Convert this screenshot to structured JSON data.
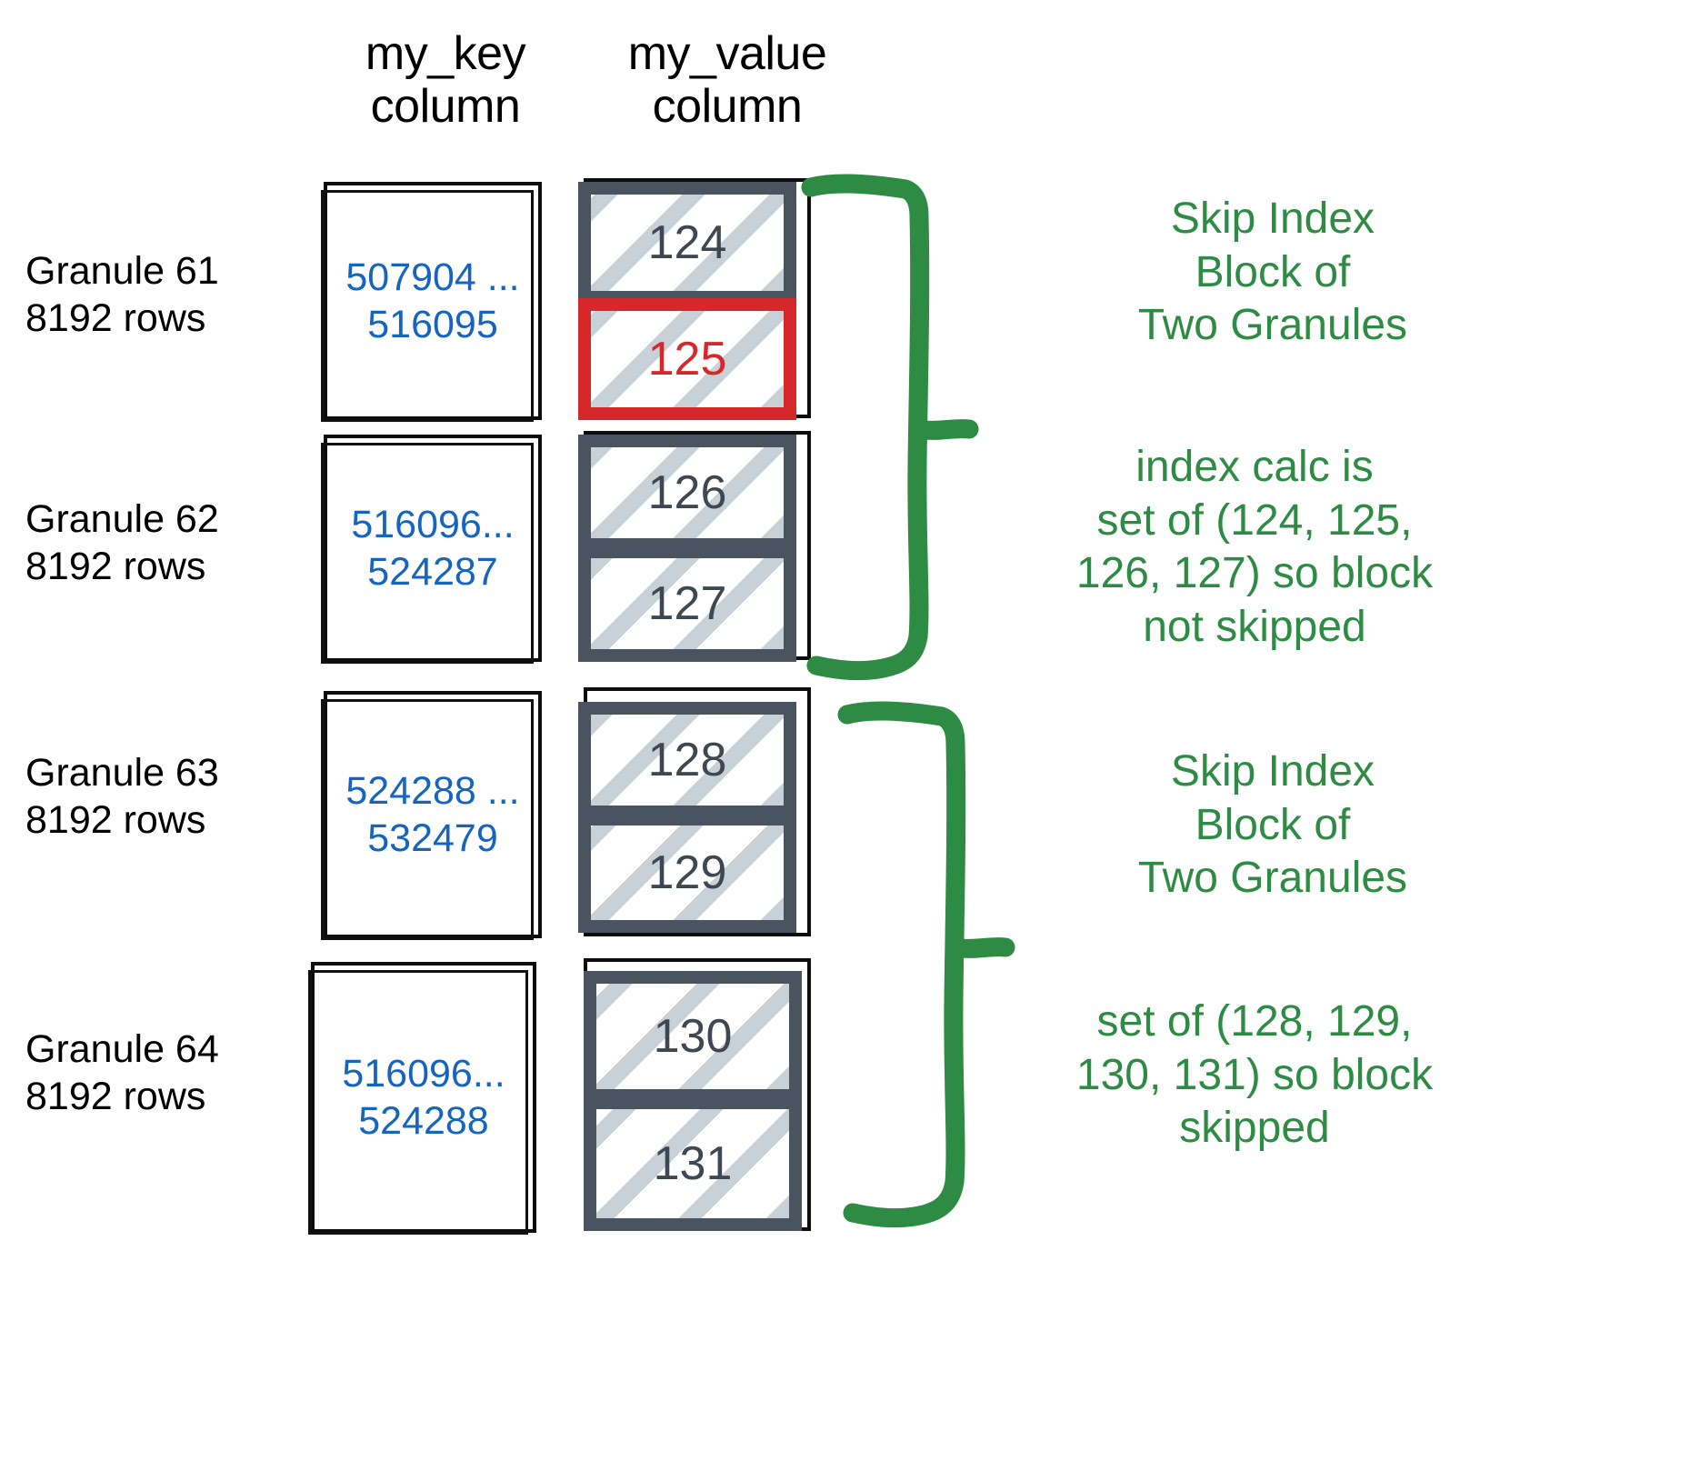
{
  "headers": {
    "key_column": "my_key\ncolumn",
    "value_column": "my_value\ncolumn"
  },
  "colors": {
    "key_text": "#1565c0",
    "value_text": "#3e4752",
    "value_border": "#4a5360",
    "highlight": "#d6282b",
    "annotation": "#2e8b43",
    "hatch": "#c8d0d8",
    "outline": "#0d0d0d"
  },
  "granules": [
    {
      "label": "Granule 61\n8192 rows",
      "key_range": "507904 ...\n516095",
      "values": [
        {
          "value": "124",
          "highlighted": false
        },
        {
          "value": "125",
          "highlighted": true
        }
      ]
    },
    {
      "label": "Granule 62\n8192 rows",
      "key_range": "516096...\n524287",
      "values": [
        {
          "value": "126",
          "highlighted": false
        },
        {
          "value": "127",
          "highlighted": false
        }
      ]
    },
    {
      "label": "Granule 63\n8192 rows",
      "key_range": "524288 ...\n532479",
      "values": [
        {
          "value": "128",
          "highlighted": false
        },
        {
          "value": "129",
          "highlighted": false
        }
      ]
    },
    {
      "label": "Granule 64\n8192 rows",
      "key_range": "516096...\n524288",
      "values": [
        {
          "value": "130",
          "highlighted": false
        },
        {
          "value": "131",
          "highlighted": false
        }
      ]
    }
  ],
  "annotations": [
    {
      "title": "Skip Index\nBlock of\nTwo Granules"
    },
    {
      "detail": "index calc is\nset of (124, 125,\n126, 127) so block\nnot skipped"
    },
    {
      "title": "Skip Index\nBlock of\nTwo Granules"
    },
    {
      "detail": "set of (128, 129,\n130, 131) so block\nskipped"
    }
  ]
}
